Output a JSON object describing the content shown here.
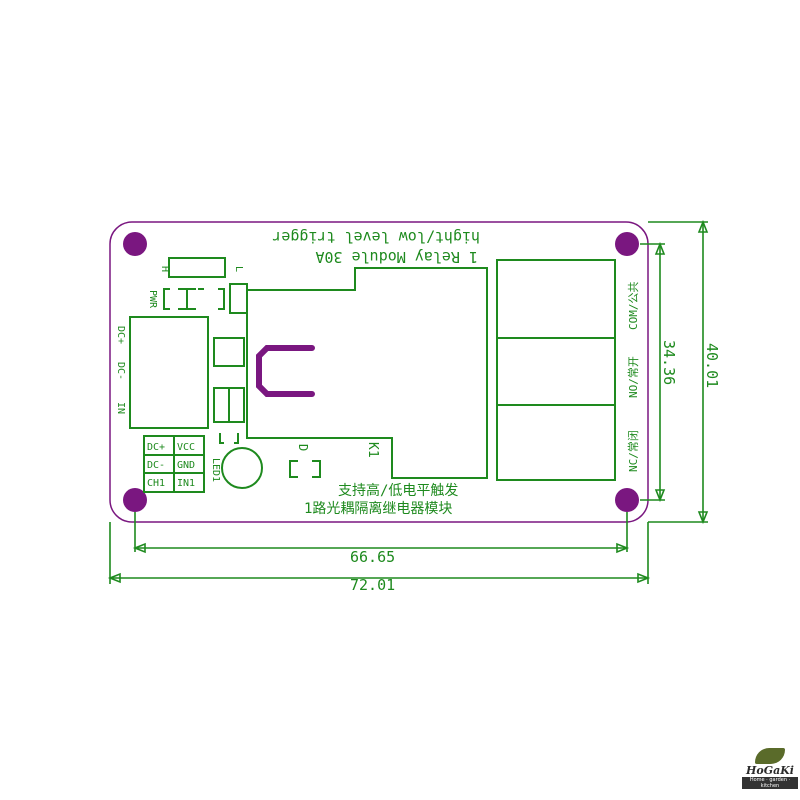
{
  "board": {
    "title_line1": "1 Relay Module 30A",
    "title_line2": "hight/low level trigger",
    "cn_line1": "支持高/低电平触发",
    "cn_line2": "1路光耦隔离继电器模块",
    "labels": {
      "h": "H",
      "l": "L",
      "pwr": "PWR",
      "dc_plus": "DC+",
      "dc_minus": "DC-",
      "in": "IN",
      "led": "LED1",
      "k1": "K1",
      "d": "D"
    },
    "terminal_pins": [
      "DC+",
      "VCC",
      "DC-",
      "GND",
      "CH1",
      "IN1"
    ],
    "relay_terminals": [
      "COM/公共",
      "NO/常开",
      "NC/常闭"
    ]
  },
  "dimensions": {
    "hole_spacing_x": "66.65",
    "width": "72.01",
    "hole_spacing_y": "34.36",
    "height": "40.01"
  },
  "colors": {
    "silkscreen": "#1e8a1e",
    "holes": "#7a1780"
  },
  "logo": {
    "name": "HoGaKi",
    "tagline": "Home · garden · kitchen"
  }
}
